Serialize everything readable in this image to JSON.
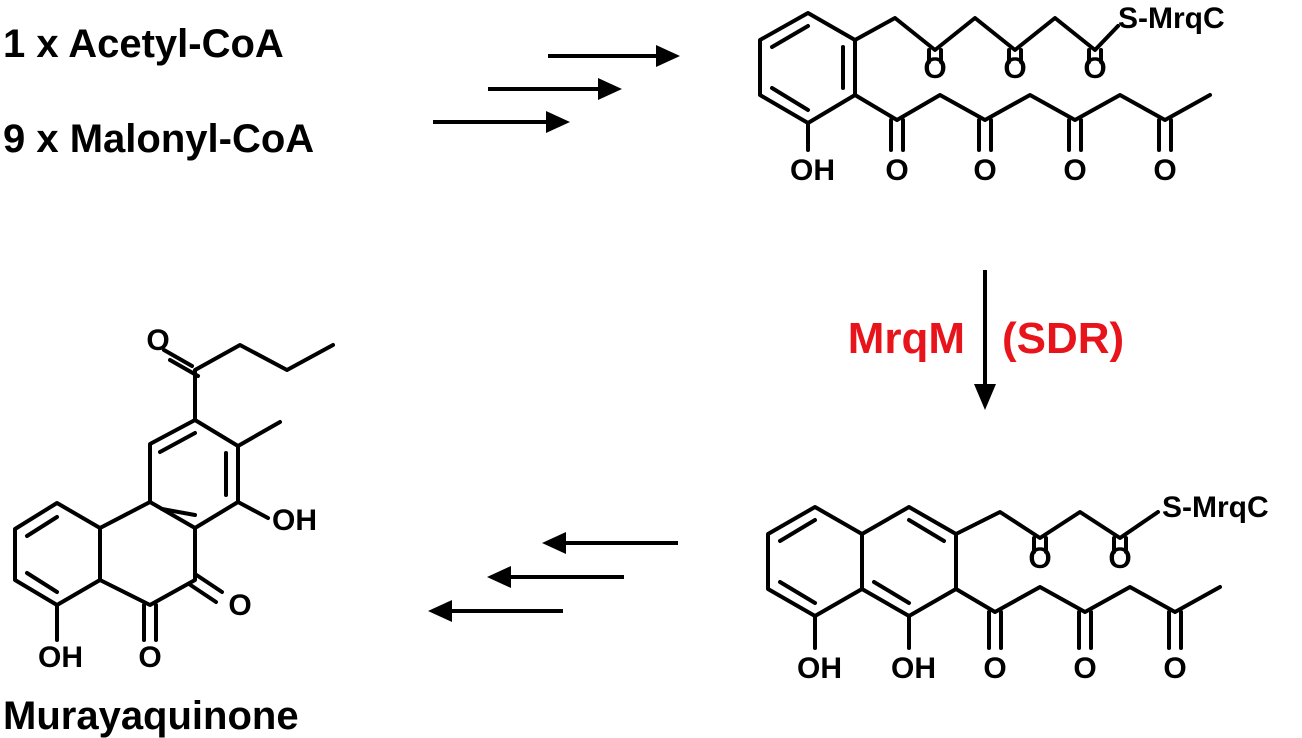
{
  "reactants": {
    "acetyl": "1 x Acetyl-CoA",
    "malonyl": "9 x Malonyl-CoA"
  },
  "atoms": {
    "oxygen": "O",
    "hydroxyl": "OH",
    "thioester": "S-MrqC"
  },
  "enzyme": {
    "name": "MrqM",
    "class": "(SDR)",
    "color": "#e8141b"
  },
  "product": {
    "name": "Murayaquinone"
  }
}
